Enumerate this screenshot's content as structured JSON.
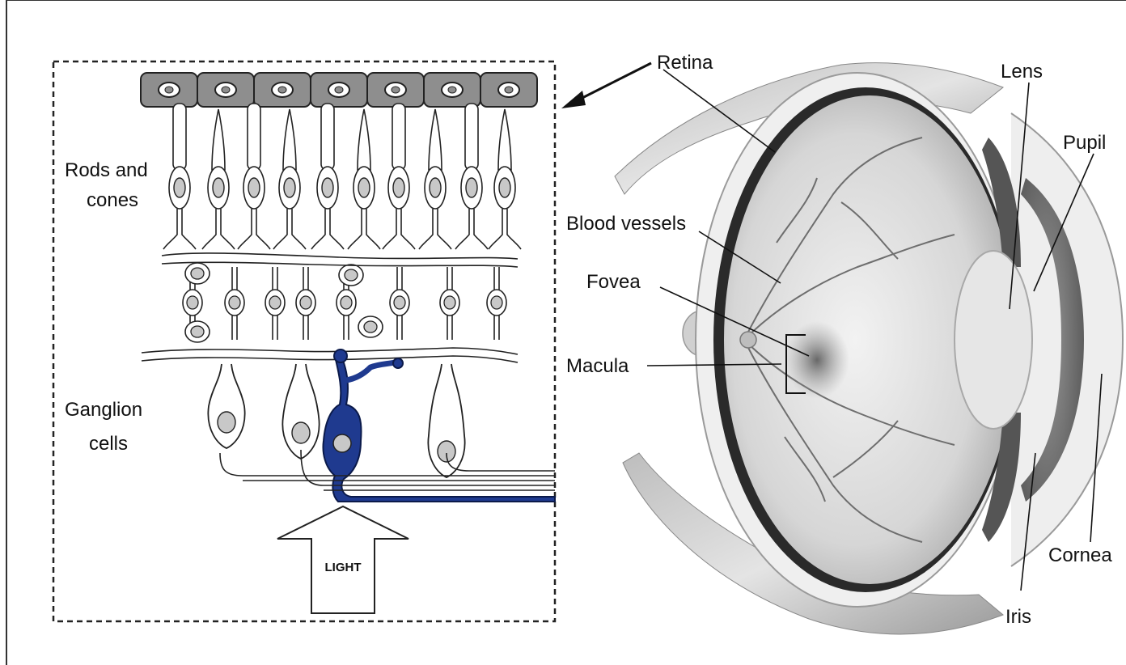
{
  "colors": {
    "background": "#ffffff",
    "outline": "#222222",
    "pigment_layer": "#8e8e8e",
    "nucleus": "#c8c8c8",
    "highlight_cell": "#1f3a8f",
    "eye_gray": "#d4d4d4",
    "eye_dark_band": "#2a2a2a"
  },
  "retina_panel": {
    "labels": {
      "rods_and_cones_line1": "Rods and",
      "rods_and_cones_line2": "cones",
      "ganglion_line1": "Ganglion",
      "ganglion_line2": "cells",
      "light": "LIGHT"
    }
  },
  "eye_panel": {
    "labels": {
      "retina": "Retina",
      "lens": "Lens",
      "pupil": "Pupil",
      "blood_vessels": "Blood vessels",
      "fovea": "Fovea",
      "macula": "Macula",
      "cornea": "Cornea",
      "iris": "Iris"
    }
  }
}
